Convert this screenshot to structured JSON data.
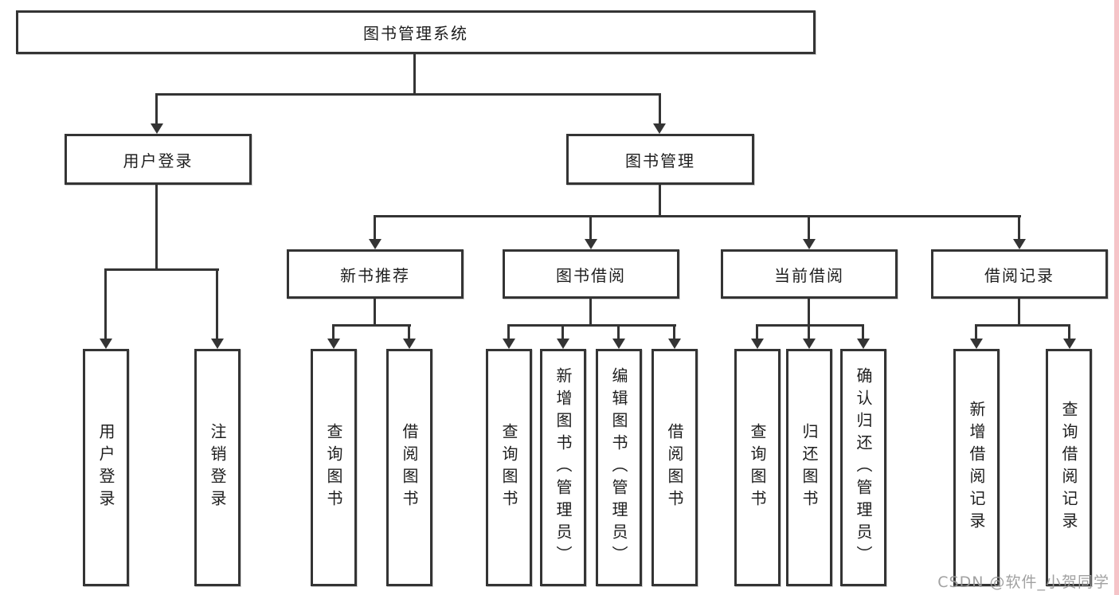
{
  "diagram": {
    "root": {
      "label": "图书管理系统"
    },
    "level1": [
      {
        "label": "用户登录"
      },
      {
        "label": "图书管理"
      }
    ],
    "level2": [
      {
        "label": "新书推荐"
      },
      {
        "label": "图书借阅"
      },
      {
        "label": "当前借阅"
      },
      {
        "label": "借阅记录"
      }
    ],
    "leaves": {
      "user_login": [
        "用户登录",
        "注销登录"
      ],
      "new_book": [
        "查询图书",
        "借阅图书"
      ],
      "book_borrow": [
        "查询图书",
        "新增图书（管理员）",
        "编辑图书（管理员）",
        "借阅图书"
      ],
      "current_borrow": [
        "查询图书",
        "归还图书",
        "确认归还（管理员）"
      ],
      "borrow_record": [
        "新增借阅记录",
        "查询借阅记录"
      ]
    },
    "watermark": "CSDN @软件_小贺同学",
    "colors": {
      "line": "#343434",
      "text": "#1e1e1e",
      "background": "#ffffff",
      "watermark_text": "#999999",
      "right_strip": "#f5c4c8"
    }
  }
}
